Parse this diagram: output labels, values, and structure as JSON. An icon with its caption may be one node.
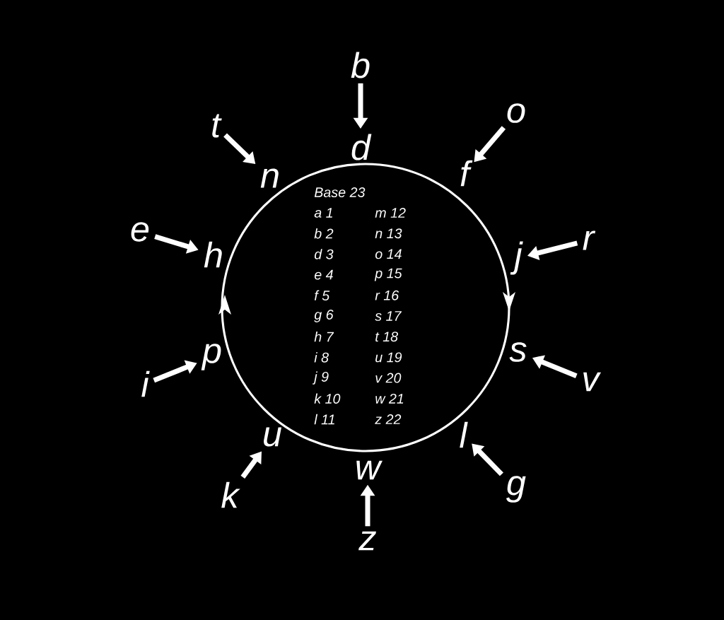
{
  "diagram": {
    "nodes": [
      {
        "text": [
          "Base 23",
          "a 1",
          "m 12",
          "b 2",
          "n 13",
          "d 3",
          "o 14",
          "e 4",
          "p 15",
          "f 5",
          "r 16",
          "g 6",
          "s 17",
          "h 7",
          "t 18",
          "i 8",
          "u 19",
          "j 9",
          "v 20",
          "k 10",
          "w 21",
          "l 11",
          "z 22"
        ]
      },
      {
        "text": [
          "b"
        ]
      },
      {
        "text": [
          "d"
        ]
      },
      {
        "text": [
          "t"
        ]
      },
      {
        "text": [
          "n"
        ]
      },
      {
        "text": [
          "o"
        ]
      },
      {
        "text": [
          "f"
        ]
      },
      {
        "text": [
          "e"
        ]
      },
      {
        "text": [
          "h"
        ]
      },
      {
        "text": [
          "r"
        ]
      },
      {
        "text": [
          "j"
        ]
      },
      {
        "text": [
          "p"
        ]
      },
      {
        "text": [
          "i"
        ]
      },
      {
        "text": [
          "s"
        ]
      },
      {
        "text": [
          "v"
        ]
      },
      {
        "text": [
          "u"
        ]
      },
      {
        "text": [
          "l"
        ]
      },
      {
        "text": [
          "k"
        ]
      },
      {
        "text": [
          "w"
        ]
      },
      {
        "text": [
          "g"
        ]
      },
      {
        "text": [
          "z"
        ]
      }
    ],
    "edges": [
      {
        "from": 1,
        "to": 2,
        "arrow": "to"
      },
      {
        "from": 5,
        "to": 6,
        "arrow": "to"
      },
      {
        "from": 9,
        "to": 10,
        "arrow": "to"
      },
      {
        "from": 14,
        "to": 13,
        "arrow": "to"
      },
      {
        "from": 19,
        "to": 16,
        "arrow": "to"
      },
      {
        "from": 20,
        "to": 18,
        "arrow": "to"
      },
      {
        "from": 17,
        "to": 15,
        "arrow": "to"
      },
      {
        "from": 12,
        "to": 11,
        "arrow": "to"
      },
      {
        "from": 7,
        "to": 8,
        "arrow": "to"
      },
      {
        "from": 3,
        "to": 4,
        "arrow": "to"
      }
    ]
  }
}
